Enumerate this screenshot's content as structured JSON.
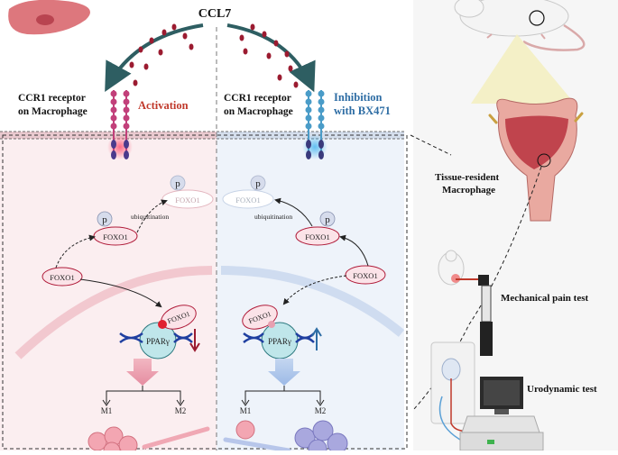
{
  "top": {
    "ligand": "CCL7"
  },
  "left_panel": {
    "receptor_label_line1": "CCR1 receptor",
    "receptor_label_line2": "on Macrophage",
    "state_label": "Activation",
    "phospho_symbol": "p",
    "foxo_faded": "FOXO1",
    "foxo_phospho": "FOXO1",
    "ubiquitination": "ubiquitination",
    "foxo_cytoplasm": "FOXO1",
    "foxo_nucleus": "FOXO1",
    "pparg": "PPARγ",
    "m1": "M1",
    "m2": "M2"
  },
  "right_panel": {
    "receptor_label_line1": "CCR1 receptor",
    "receptor_label_line2": "on Macrophage",
    "state_label_line1": "Inhibition",
    "state_label_line2": "with BX471",
    "phospho_symbol": "p",
    "foxo_faded": "FOXO1",
    "foxo_phospho": "FOXO1",
    "ubiquitination": "ubiquitination",
    "foxo_cytoplasm": "FOXO1",
    "foxo_nucleus": "FOXO1",
    "pparg": "PPARγ",
    "m1": "M1",
    "m2": "M2"
  },
  "side": {
    "macrophage_label_line1": "Tissue-resident",
    "macrophage_label_line2": "Macrophage",
    "pain_test": "Mechanical pain test",
    "urodynamic_test": "Urodynamic test"
  },
  "colors": {
    "activation": "#c0392b",
    "inhibition": "#2e6da4",
    "arrow": "#2e5e62",
    "receptor_left": "#c2407a",
    "receptor_right": "#4a9cc8",
    "dots": "#9b1b30"
  }
}
